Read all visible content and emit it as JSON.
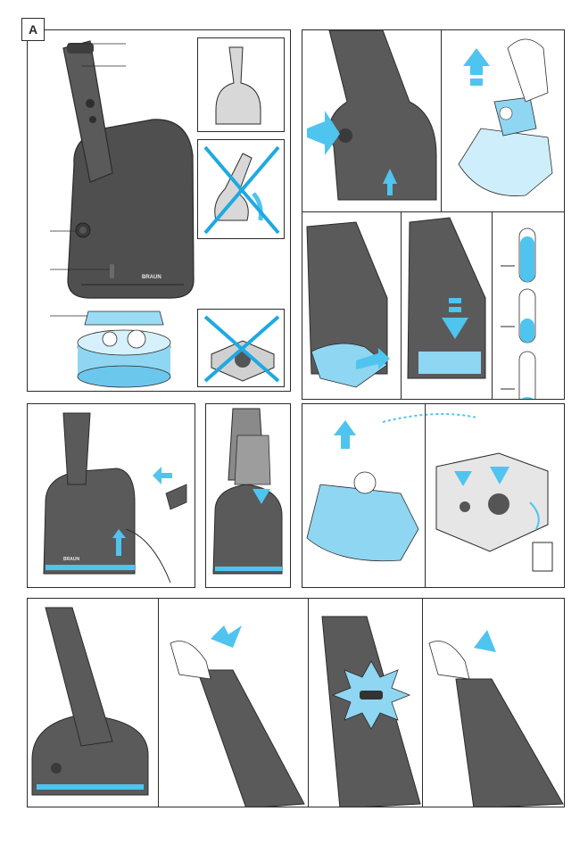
{
  "page": {
    "section_label": "A",
    "brand_text": "BRAUN"
  },
  "colors": {
    "accent": "#4fc4ee",
    "device_dark": "#4a4a4a",
    "device_mid": "#5d5d5d",
    "light_grey": "#d6d6d6",
    "stroke": "#2b2b2b",
    "cross": "#1ea9e1"
  },
  "fill_levels": [
    0.85,
    0.45,
    0.15
  ]
}
